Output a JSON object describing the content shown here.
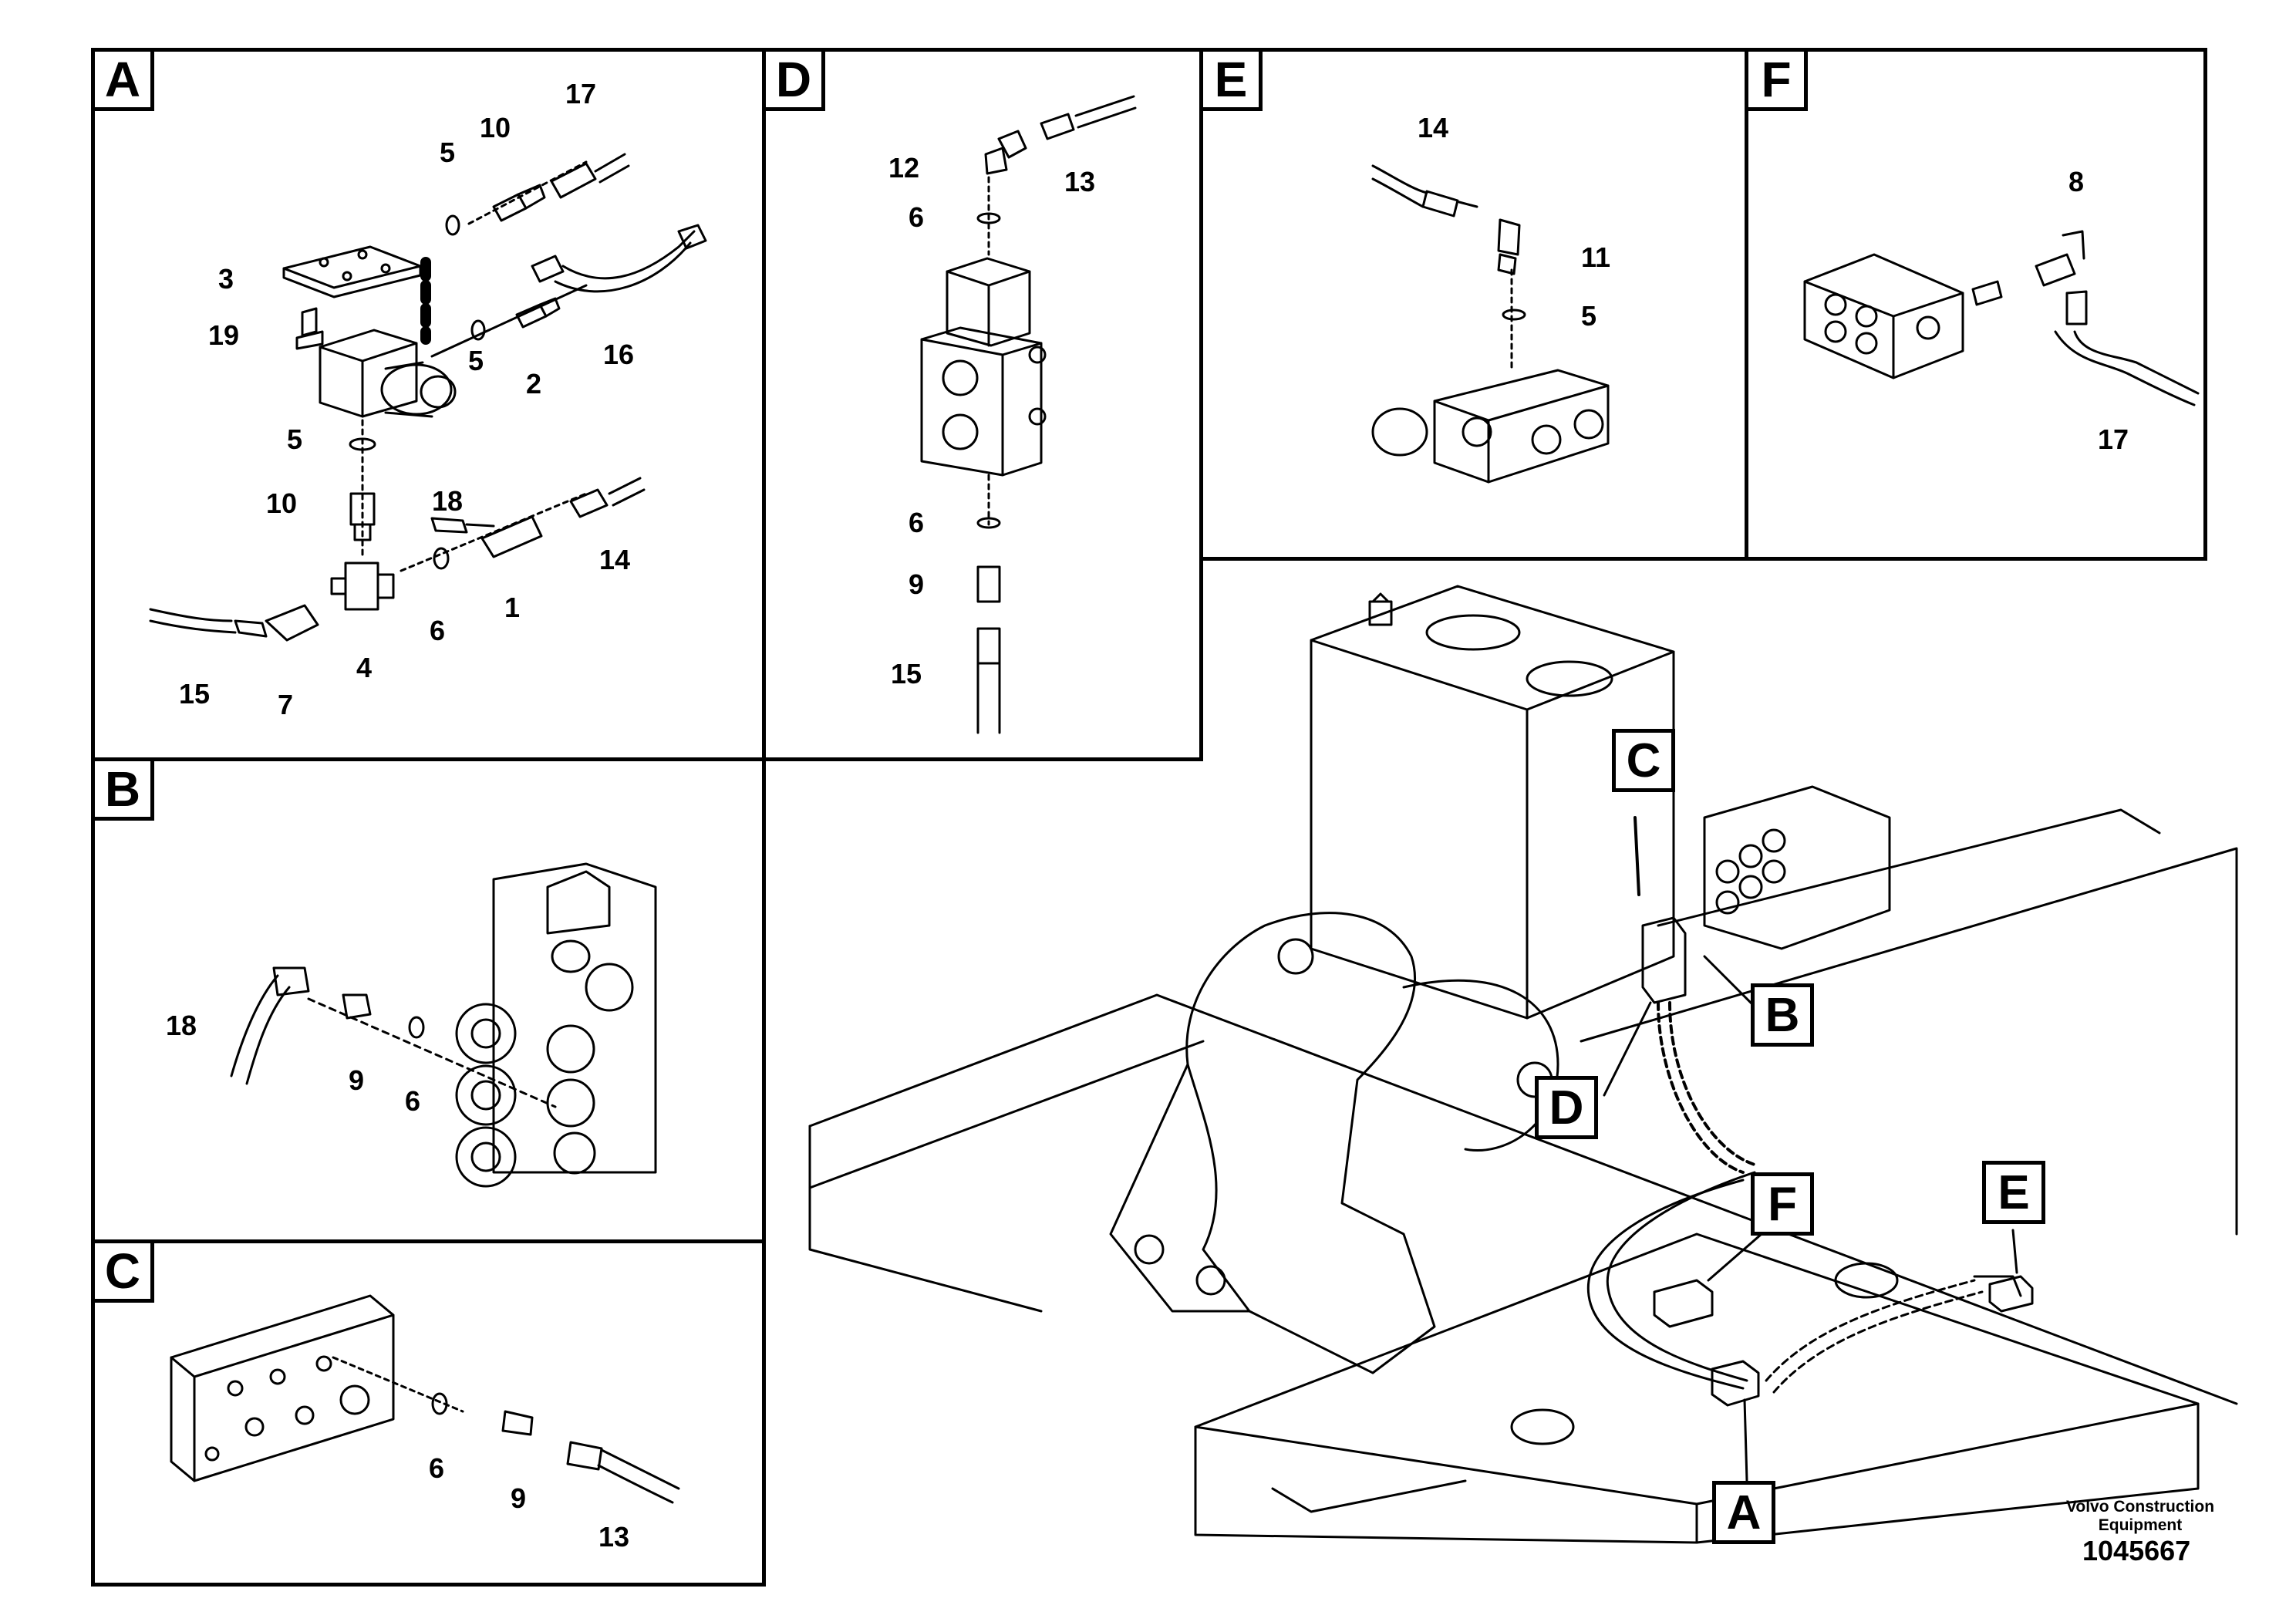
{
  "panels": [
    {
      "letter": "A",
      "numbers": [
        "17",
        "10",
        "5",
        "3",
        "19",
        "16",
        "2",
        "5",
        "5",
        "18",
        "10",
        "14",
        "1",
        "6",
        "4",
        "15",
        "7"
      ]
    },
    {
      "letter": "B",
      "numbers": [
        "18",
        "9",
        "6"
      ]
    },
    {
      "letter": "C",
      "numbers": [
        "6",
        "9",
        "13"
      ]
    },
    {
      "letter": "D",
      "numbers": [
        "12",
        "13",
        "6",
        "6",
        "9",
        "15"
      ]
    },
    {
      "letter": "E",
      "numbers": [
        "14",
        "11",
        "5"
      ]
    },
    {
      "letter": "F",
      "numbers": [
        "8",
        "17"
      ]
    }
  ],
  "callouts": [
    "C",
    "B",
    "D",
    "F",
    "E",
    "A"
  ],
  "credit": {
    "line1": "Volvo Construction",
    "line2": "Equipment"
  },
  "drawing_number": "1045667"
}
